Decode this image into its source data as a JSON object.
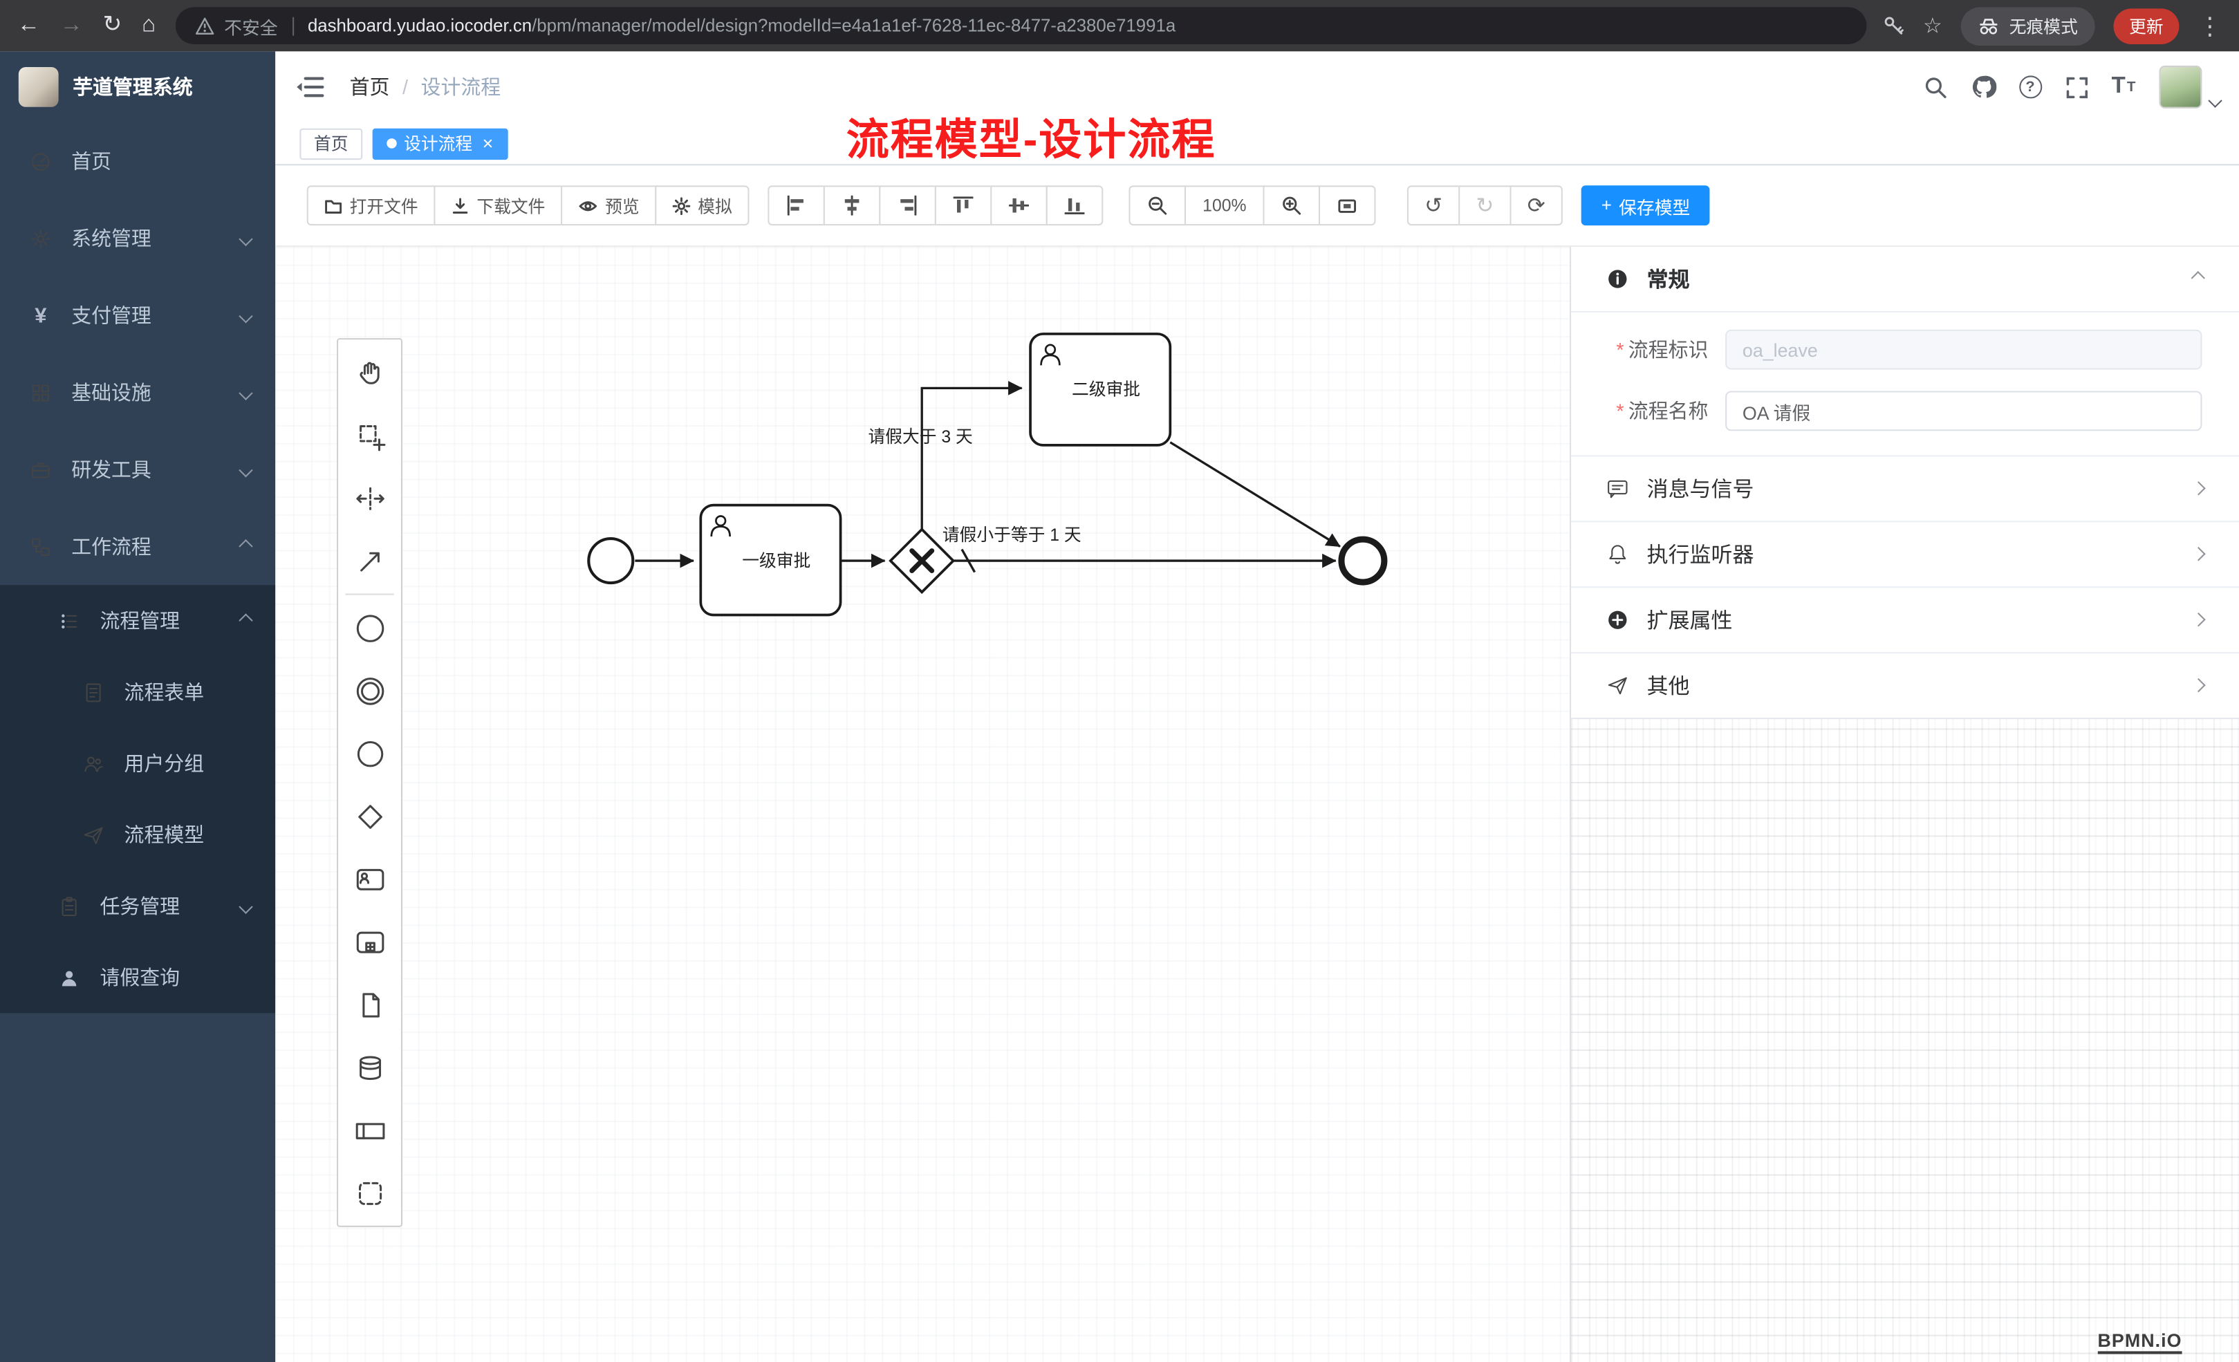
{
  "browser": {
    "security_label": "不安全",
    "url_domain": "dashboard.yudao.iocoder.cn",
    "url_path": "/bpm/manager/model/design?modelId=e4a1a1ef-7628-11ec-8477-a2380e71991a",
    "incognito_label": "无痕模式",
    "update_label": "更新",
    "glyphs": {
      "back": "←",
      "forward": "→",
      "reload": "↻",
      "home": "⌂",
      "star": "☆",
      "menu": "⋮"
    }
  },
  "sidebar": {
    "app_title": "芋道管理系统",
    "items": [
      {
        "label": "首页"
      },
      {
        "label": "系统管理"
      },
      {
        "label": "支付管理",
        "icon_glyph": "¥"
      },
      {
        "label": "基础设施"
      },
      {
        "label": "研发工具"
      },
      {
        "label": "工作流程"
      },
      {
        "label": "流程管理"
      },
      {
        "label": "流程表单"
      },
      {
        "label": "用户分组"
      },
      {
        "label": "流程模型"
      },
      {
        "label": "任务管理"
      },
      {
        "label": "请假查询"
      }
    ]
  },
  "header": {
    "breadcrumb_home": "首页",
    "breadcrumb_separator": "/",
    "breadcrumb_current": "设计流程",
    "question_glyph": "?",
    "textsize_glyph": "T"
  },
  "annotation": {
    "title": "流程模型-设计流程"
  },
  "tabs": {
    "home_label": "首页",
    "active_label": "设计流程",
    "close_glyph": "×"
  },
  "toolbar": {
    "open_file": "打开文件",
    "download_file": "下载文件",
    "preview": "预览",
    "simulate": "模拟",
    "zoom_level": "100%",
    "undo_glyph": "↺",
    "redo_glyph": "↻",
    "refresh_glyph": "⟳",
    "save_plus": "+",
    "save_model": "保存模型"
  },
  "diagram": {
    "task_level1": "一级审批",
    "task_level2": "二级审批",
    "flow_gt3": "请假大于 3 天",
    "flow_le1": "请假小于等于 1 天"
  },
  "panel": {
    "required_mark": "*",
    "general_title": "常规",
    "key_label": "流程标识",
    "key_value": "oa_leave",
    "name_label": "流程名称",
    "name_value": "OA 请假",
    "sections": [
      {
        "label": "消息与信号"
      },
      {
        "label": "执行监听器"
      },
      {
        "label": "扩展属性"
      },
      {
        "label": "其他"
      }
    ]
  },
  "watermark": "BPMN.iO",
  "colors": {
    "accent_blue": "#409eff",
    "save_blue": "#1890ff",
    "sidebar_bg": "#304156",
    "submenu_bg": "#1f2d3d",
    "annotation_red": "#f81d1d",
    "update_red": "#c5382f"
  }
}
